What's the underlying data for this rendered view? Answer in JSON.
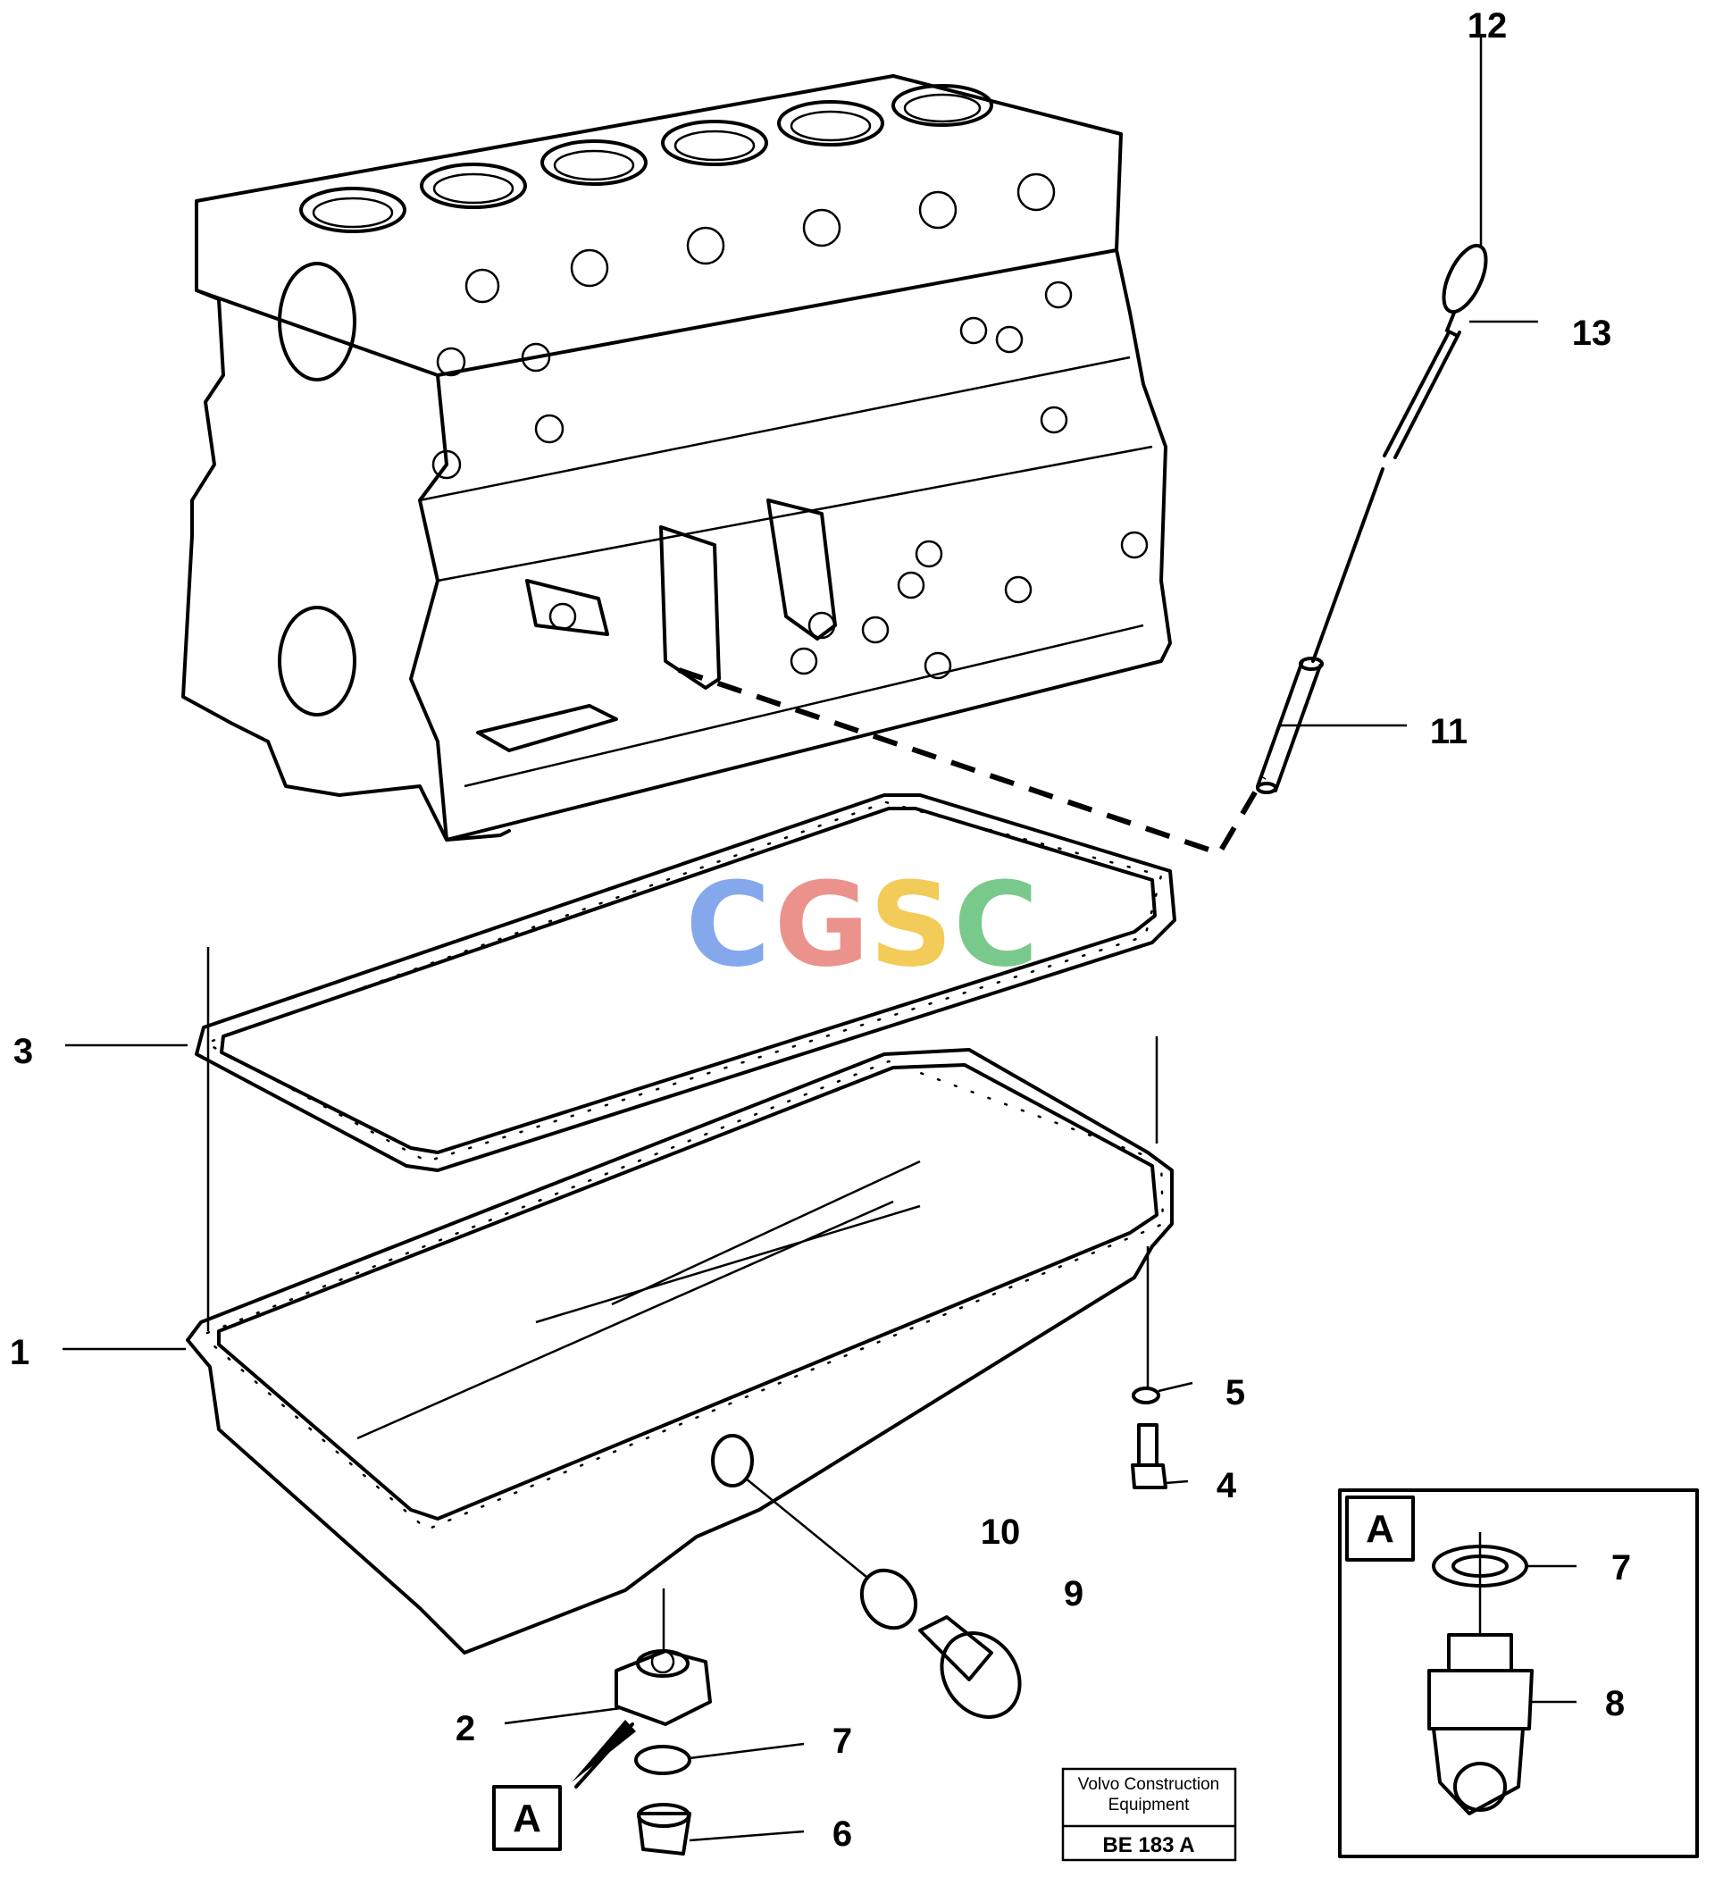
{
  "callouts": {
    "c1": "1",
    "c2": "2",
    "c3": "3",
    "c4": "4",
    "c5": "5",
    "c6": "6",
    "c7a": "7",
    "c7b": "7",
    "c8": "8",
    "c9": "9",
    "c10": "10",
    "c11": "11",
    "c12": "12",
    "c13": "13"
  },
  "detail_markers": {
    "main": "A",
    "inset": "A"
  },
  "watermark": {
    "letters": [
      "C",
      "G",
      "S",
      "C"
    ],
    "colors": [
      "#6f9ae8",
      "#e88079",
      "#f0c23c",
      "#62c078"
    ]
  },
  "caption": {
    "line1": "Volvo Construction",
    "line2": "Equipment",
    "code": "BE 183 A"
  }
}
